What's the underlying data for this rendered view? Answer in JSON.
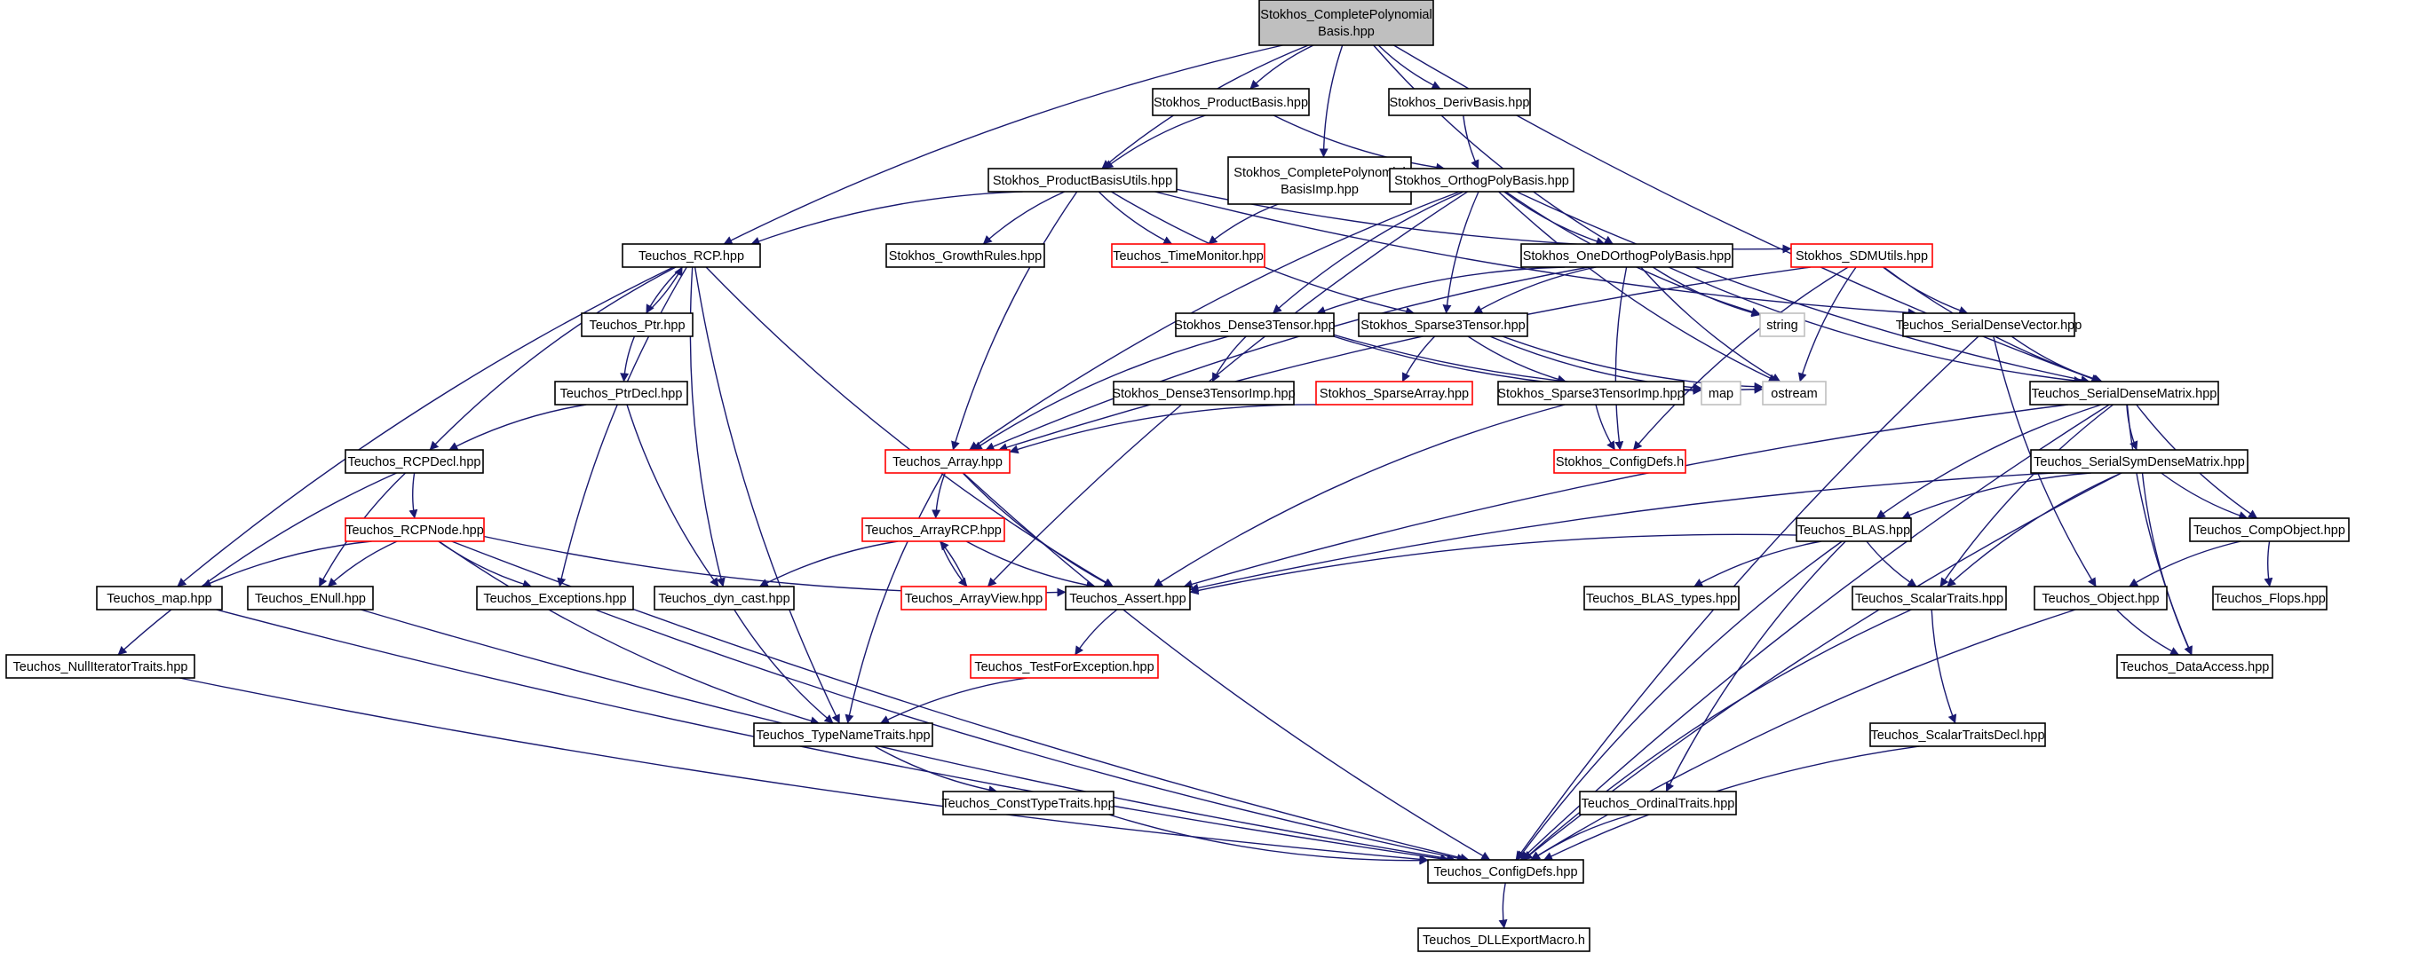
{
  "colors": {
    "edge": "#191970",
    "box_black": "#000000",
    "box_red": "#ff0000",
    "box_gray": "#bfbfbf",
    "fill_root": "#bfbfbf",
    "fill_default": "#ffffff"
  },
  "nodes": [
    {
      "id": "root",
      "lines": [
        "Stokhos_CompletePolynomial",
        "Basis.hpp"
      ],
      "style": "root"
    },
    {
      "id": "productbasis",
      "lines": [
        "Stokhos_ProductBasis.hpp"
      ],
      "style": "black"
    },
    {
      "id": "cpbimp",
      "lines": [
        "Stokhos_CompletePolynomial",
        "BasisImp.hpp"
      ],
      "style": "black"
    },
    {
      "id": "derivbasis",
      "lines": [
        "Stokhos_DerivBasis.hpp"
      ],
      "style": "black"
    },
    {
      "id": "pbutils",
      "lines": [
        "Stokhos_ProductBasisUtils.hpp"
      ],
      "style": "black"
    },
    {
      "id": "orthopoly",
      "lines": [
        "Stokhos_OrthogPolyBasis.hpp"
      ],
      "style": "black"
    },
    {
      "id": "rcp",
      "lines": [
        "Teuchos_RCP.hpp"
      ],
      "style": "black"
    },
    {
      "id": "growthrules",
      "lines": [
        "Stokhos_GrowthRules.hpp"
      ],
      "style": "black"
    },
    {
      "id": "timemonitor",
      "lines": [
        "Teuchos_TimeMonitor.hpp"
      ],
      "style": "red"
    },
    {
      "id": "onedortho",
      "lines": [
        "Stokhos_OneDOrthogPolyBasis.hpp"
      ],
      "style": "black"
    },
    {
      "id": "sdmutils",
      "lines": [
        "Stokhos_SDMUtils.hpp"
      ],
      "style": "red"
    },
    {
      "id": "ptr",
      "lines": [
        "Teuchos_Ptr.hpp"
      ],
      "style": "black"
    },
    {
      "id": "dense3",
      "lines": [
        "Stokhos_Dense3Tensor.hpp"
      ],
      "style": "black"
    },
    {
      "id": "sparse3",
      "lines": [
        "Stokhos_Sparse3Tensor.hpp"
      ],
      "style": "black"
    },
    {
      "id": "string",
      "lines": [
        "string"
      ],
      "style": "gray"
    },
    {
      "id": "sdvector",
      "lines": [
        "Teuchos_SerialDenseVector.hpp"
      ],
      "style": "black"
    },
    {
      "id": "ptrdecl",
      "lines": [
        "Teuchos_PtrDecl.hpp"
      ],
      "style": "black"
    },
    {
      "id": "dense3imp",
      "lines": [
        "Stokhos_Dense3TensorImp.hpp"
      ],
      "style": "black"
    },
    {
      "id": "sparsearray",
      "lines": [
        "Stokhos_SparseArray.hpp"
      ],
      "style": "red"
    },
    {
      "id": "sparse3imp",
      "lines": [
        "Stokhos_Sparse3TensorImp.hpp"
      ],
      "style": "black"
    },
    {
      "id": "map",
      "lines": [
        "map"
      ],
      "style": "gray"
    },
    {
      "id": "ostream",
      "lines": [
        "ostream"
      ],
      "style": "gray"
    },
    {
      "id": "sdmatrix",
      "lines": [
        "Teuchos_SerialDenseMatrix.hpp"
      ],
      "style": "black"
    },
    {
      "id": "rcpdecl",
      "lines": [
        "Teuchos_RCPDecl.hpp"
      ],
      "style": "black"
    },
    {
      "id": "array",
      "lines": [
        "Teuchos_Array.hpp"
      ],
      "style": "red"
    },
    {
      "id": "stokconfig",
      "lines": [
        "Stokhos_ConfigDefs.h"
      ],
      "style": "red"
    },
    {
      "id": "ssdmatrix",
      "lines": [
        "Teuchos_SerialSymDenseMatrix.hpp"
      ],
      "style": "black"
    },
    {
      "id": "rcpnode",
      "lines": [
        "Teuchos_RCPNode.hpp"
      ],
      "style": "red"
    },
    {
      "id": "arrayrcp",
      "lines": [
        "Teuchos_ArrayRCP.hpp"
      ],
      "style": "red"
    },
    {
      "id": "blas",
      "lines": [
        "Teuchos_BLAS.hpp"
      ],
      "style": "black"
    },
    {
      "id": "compobject",
      "lines": [
        "Teuchos_CompObject.hpp"
      ],
      "style": "black"
    },
    {
      "id": "tmap",
      "lines": [
        "Teuchos_map.hpp"
      ],
      "style": "black"
    },
    {
      "id": "enull",
      "lines": [
        "Teuchos_ENull.hpp"
      ],
      "style": "black"
    },
    {
      "id": "exceptions",
      "lines": [
        "Teuchos_Exceptions.hpp"
      ],
      "style": "black"
    },
    {
      "id": "dyncast",
      "lines": [
        "Teuchos_dyn_cast.hpp"
      ],
      "style": "black"
    },
    {
      "id": "arrayview",
      "lines": [
        "Teuchos_ArrayView.hpp"
      ],
      "style": "red"
    },
    {
      "id": "assert",
      "lines": [
        "Teuchos_Assert.hpp"
      ],
      "style": "black"
    },
    {
      "id": "blastypes",
      "lines": [
        "Teuchos_BLAS_types.hpp"
      ],
      "style": "black"
    },
    {
      "id": "scalartraits",
      "lines": [
        "Teuchos_ScalarTraits.hpp"
      ],
      "style": "black"
    },
    {
      "id": "object",
      "lines": [
        "Teuchos_Object.hpp"
      ],
      "style": "black"
    },
    {
      "id": "flops",
      "lines": [
        "Teuchos_Flops.hpp"
      ],
      "style": "black"
    },
    {
      "id": "nulliter",
      "lines": [
        "Teuchos_NullIteratorTraits.hpp"
      ],
      "style": "black"
    },
    {
      "id": "testforexc",
      "lines": [
        "Teuchos_TestForException.hpp"
      ],
      "style": "red"
    },
    {
      "id": "dataaccess",
      "lines": [
        "Teuchos_DataAccess.hpp"
      ],
      "style": "black"
    },
    {
      "id": "typename",
      "lines": [
        "Teuchos_TypeNameTraits.hpp"
      ],
      "style": "black"
    },
    {
      "id": "scalartraitsdecl",
      "lines": [
        "Teuchos_ScalarTraitsDecl.hpp"
      ],
      "style": "black"
    },
    {
      "id": "consttype",
      "lines": [
        "Teuchos_ConstTypeTraits.hpp"
      ],
      "style": "black"
    },
    {
      "id": "ordinal",
      "lines": [
        "Teuchos_OrdinalTraits.hpp"
      ],
      "style": "black"
    },
    {
      "id": "configdefs",
      "lines": [
        "Teuchos_ConfigDefs.hpp"
      ],
      "style": "black"
    },
    {
      "id": "dllexport",
      "lines": [
        "Teuchos_DLLExportMacro.h"
      ],
      "style": "black"
    }
  ],
  "edges": [
    [
      "root",
      "productbasis"
    ],
    [
      "root",
      "cpbimp"
    ],
    [
      "root",
      "derivbasis"
    ],
    [
      "root",
      "pbutils"
    ],
    [
      "root",
      "rcp"
    ],
    [
      "root",
      "onedortho"
    ],
    [
      "root",
      "sdmatrix"
    ],
    [
      "productbasis",
      "pbutils"
    ],
    [
      "productbasis",
      "orthopoly"
    ],
    [
      "derivbasis",
      "orthopoly"
    ],
    [
      "cpbimp",
      "timemonitor"
    ],
    [
      "pbutils",
      "rcp"
    ],
    [
      "pbutils",
      "growthrules"
    ],
    [
      "pbutils",
      "timemonitor"
    ],
    [
      "pbutils",
      "sdmutils"
    ],
    [
      "pbutils",
      "sparse3"
    ],
    [
      "pbutils",
      "sdvector"
    ],
    [
      "pbutils",
      "array"
    ],
    [
      "orthopoly",
      "onedortho"
    ],
    [
      "orthopoly",
      "dense3"
    ],
    [
      "orthopoly",
      "sparse3"
    ],
    [
      "orthopoly",
      "string"
    ],
    [
      "orthopoly",
      "ostream"
    ],
    [
      "orthopoly",
      "sdmatrix"
    ],
    [
      "orthopoly",
      "array"
    ],
    [
      "orthopoly",
      "arrayview"
    ],
    [
      "onedortho",
      "string"
    ],
    [
      "onedortho",
      "sparse3"
    ],
    [
      "onedortho",
      "dense3"
    ],
    [
      "onedortho",
      "ostream"
    ],
    [
      "onedortho",
      "sdmatrix"
    ],
    [
      "onedortho",
      "stokconfig"
    ],
    [
      "onedortho",
      "array"
    ],
    [
      "sdmutils",
      "sdvector"
    ],
    [
      "sdmutils",
      "sdmatrix"
    ],
    [
      "sdmutils",
      "ostream"
    ],
    [
      "sdmutils",
      "stokconfig"
    ],
    [
      "sdmutils",
      "array"
    ],
    [
      "rcp",
      "ptr"
    ],
    [
      "rcp",
      "rcpdecl"
    ],
    [
      "rcp",
      "tmap"
    ],
    [
      "rcp",
      "exceptions"
    ],
    [
      "rcp",
      "dyncast"
    ],
    [
      "rcp",
      "typename"
    ],
    [
      "rcp",
      "assert"
    ],
    [
      "ptr",
      "rcp"
    ],
    [
      "ptr",
      "ptrdecl"
    ],
    [
      "ptrdecl",
      "rcpdecl"
    ],
    [
      "ptrdecl",
      "dyncast"
    ],
    [
      "dense3",
      "dense3imp"
    ],
    [
      "dense3",
      "array"
    ],
    [
      "dense3",
      "map"
    ],
    [
      "dense3",
      "ostream"
    ],
    [
      "sparse3",
      "sparsearray"
    ],
    [
      "sparse3",
      "sparse3imp"
    ],
    [
      "sparse3",
      "map"
    ],
    [
      "sparse3",
      "ostream"
    ],
    [
      "sparsearray",
      "array"
    ],
    [
      "sparse3imp",
      "stokconfig"
    ],
    [
      "sparse3imp",
      "assert"
    ],
    [
      "sdvector",
      "sdmatrix"
    ],
    [
      "sdvector",
      "object"
    ],
    [
      "sdvector",
      "configdefs"
    ],
    [
      "sdmatrix",
      "ssdmatrix"
    ],
    [
      "sdmatrix",
      "blas"
    ],
    [
      "sdmatrix",
      "compobject"
    ],
    [
      "sdmatrix",
      "assert"
    ],
    [
      "sdmatrix",
      "scalartraits"
    ],
    [
      "sdmatrix",
      "dataaccess"
    ],
    [
      "sdmatrix",
      "configdefs"
    ],
    [
      "rcpdecl",
      "rcpnode"
    ],
    [
      "rcpdecl",
      "enull"
    ],
    [
      "rcpdecl",
      "nulliter"
    ],
    [
      "array",
      "arrayrcp"
    ],
    [
      "array",
      "assert"
    ],
    [
      "array",
      "typename"
    ],
    [
      "array",
      "configdefs"
    ],
    [
      "ssdmatrix",
      "blas"
    ],
    [
      "ssdmatrix",
      "compobject"
    ],
    [
      "ssdmatrix",
      "scalartraits"
    ],
    [
      "ssdmatrix",
      "dataaccess"
    ],
    [
      "ssdmatrix",
      "assert"
    ],
    [
      "ssdmatrix",
      "configdefs"
    ],
    [
      "rcpnode",
      "tmap"
    ],
    [
      "rcpnode",
      "enull"
    ],
    [
      "rcpnode",
      "exceptions"
    ],
    [
      "rcpnode",
      "typename"
    ],
    [
      "rcpnode",
      "assert"
    ],
    [
      "rcpnode",
      "configdefs"
    ],
    [
      "arrayrcp",
      "arrayview"
    ],
    [
      "arrayrcp",
      "assert"
    ],
    [
      "arrayrcp",
      "dyncast"
    ],
    [
      "arrayview",
      "arrayrcp"
    ],
    [
      "blas",
      "blastypes"
    ],
    [
      "blas",
      "scalartraits"
    ],
    [
      "blas",
      "ordinal"
    ],
    [
      "blas",
      "assert"
    ],
    [
      "blas",
      "configdefs"
    ],
    [
      "compobject",
      "flops"
    ],
    [
      "compobject",
      "object"
    ],
    [
      "tmap",
      "configdefs"
    ],
    [
      "enull",
      "configdefs"
    ],
    [
      "exceptions",
      "configdefs"
    ],
    [
      "dyncast",
      "typename"
    ],
    [
      "assert",
      "testforexc"
    ],
    [
      "testforexc",
      "typename"
    ],
    [
      "scalartraits",
      "scalartraitsdecl"
    ],
    [
      "scalartraits",
      "configdefs"
    ],
    [
      "object",
      "dataaccess"
    ],
    [
      "object",
      "configdefs"
    ],
    [
      "nulliter",
      "configdefs"
    ],
    [
      "typename",
      "consttype"
    ],
    [
      "scalartraitsdecl",
      "configdefs"
    ],
    [
      "consttype",
      "configdefs"
    ],
    [
      "ordinal",
      "configdefs"
    ],
    [
      "configdefs",
      "dllexport"
    ]
  ]
}
